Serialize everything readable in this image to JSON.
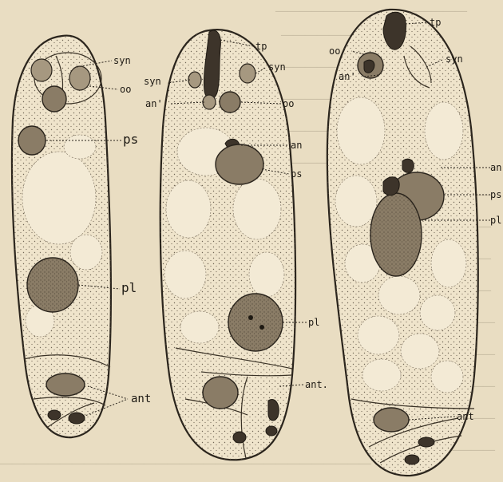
{
  "labels": {
    "left": {
      "syn": "syn",
      "oo": "oo",
      "ps": "ps",
      "pl": "pl",
      "ant": "ant"
    },
    "middle": {
      "tp": "tp",
      "syn_left": "syn",
      "syn_right": "syn",
      "an_prime": "an'",
      "oo": "oo",
      "an": "an",
      "ps": "ps",
      "pl": "pl",
      "ant": "ant."
    },
    "right": {
      "tp": "tp",
      "oo": "oo",
      "syn": "syn",
      "an_prime": "an'",
      "an": "an",
      "ps": "ps",
      "pl": "pl",
      "ant": "ant"
    }
  },
  "colors": {
    "paper": "#e9ddc2",
    "ink": "#2a241c"
  }
}
